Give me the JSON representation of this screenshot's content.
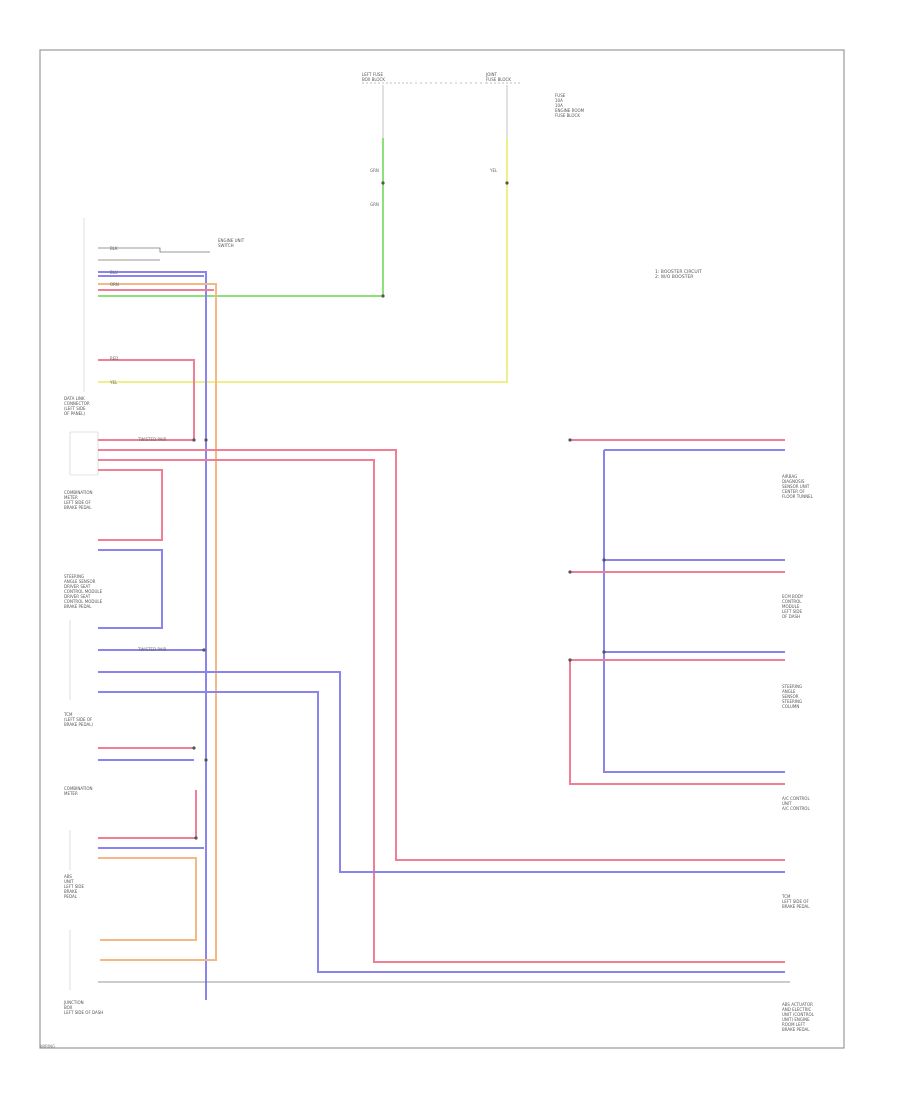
{
  "title": "",
  "legend": [
    "1: BOOSTER CIRCUIT",
    "2: W/O BOOSTER"
  ],
  "wire_colors": {
    "red": "#f07f95",
    "blue": "#8a85ee",
    "green": "#8ee07a",
    "yellow": "#eef08a",
    "orange": "#f5b784",
    "black": "#777777"
  },
  "blocks": {
    "fuse_left": "LEFT FUSE\nBOX BLOCK",
    "fuse_right": "JOINT\nFUSE BLOCK",
    "fuse_note": "FUSE\n10A\n10A\nENGINE ROOM\nFUSE BLOCK",
    "module_top": "ENGINE UNIT\nSWITCH",
    "dlc": "DATA LINK\nCONNECTOR\n(LEFT SIDE\nOF PANEL)",
    "combination_meter": "COMBINATION\nMETER\nLEFT SIDE OF\nBRAKE PEDAL",
    "sensor_block": "STEERING\nANGLE SENSOR\nDRIVER SEAT\nCONTROL MODULE\nDRIVER SEAT\nCONTROL MODULE\nBRAKE PEDAL",
    "control_left_mid": "TCM\n(LEFT SIDE OF\nBRAKE PEDAL)",
    "meter_label": "COMBINATION\nMETER",
    "abs_unit": "ABS\nUNIT\nLEFT SIDE\nBRAKE\nPEDAL",
    "junction_lower": "JUNCTION\nBOX\nLEFT SIDE OF DASH",
    "right_top": "AIRBAG\nDIAGNOSIS\nSENSOR UNIT\nCENTER OF\nFLOOR TUNNEL",
    "right_mid": "ECM BODY\nCONTROL\nMODULE\nLEFT SIDE\nOF DASH",
    "right_mid2": "STEERING\nANGLE\nSENSOR\nSTEERING\nCOLUMN",
    "right_lower": "A/C CONTROL\nUNIT\nA/C CONTROL",
    "right_bottom": "TCM\nLEFT SIDE OF\nBRAKE PEDAL",
    "right_footer": "ABS ACTUATOR\nAND ELECTRIC\nUNIT (CONTROL\nUNIT) ENGINE\nROOM LEFT\nBRAKE PEDAL"
  },
  "wire_labels": {
    "red": "RED",
    "blue": "BLU",
    "green": "GRN",
    "yellow": "YEL",
    "orange": "ORN",
    "black": "BLK",
    "twisted": "TWISTED PAIR"
  },
  "footer": "WIRING"
}
